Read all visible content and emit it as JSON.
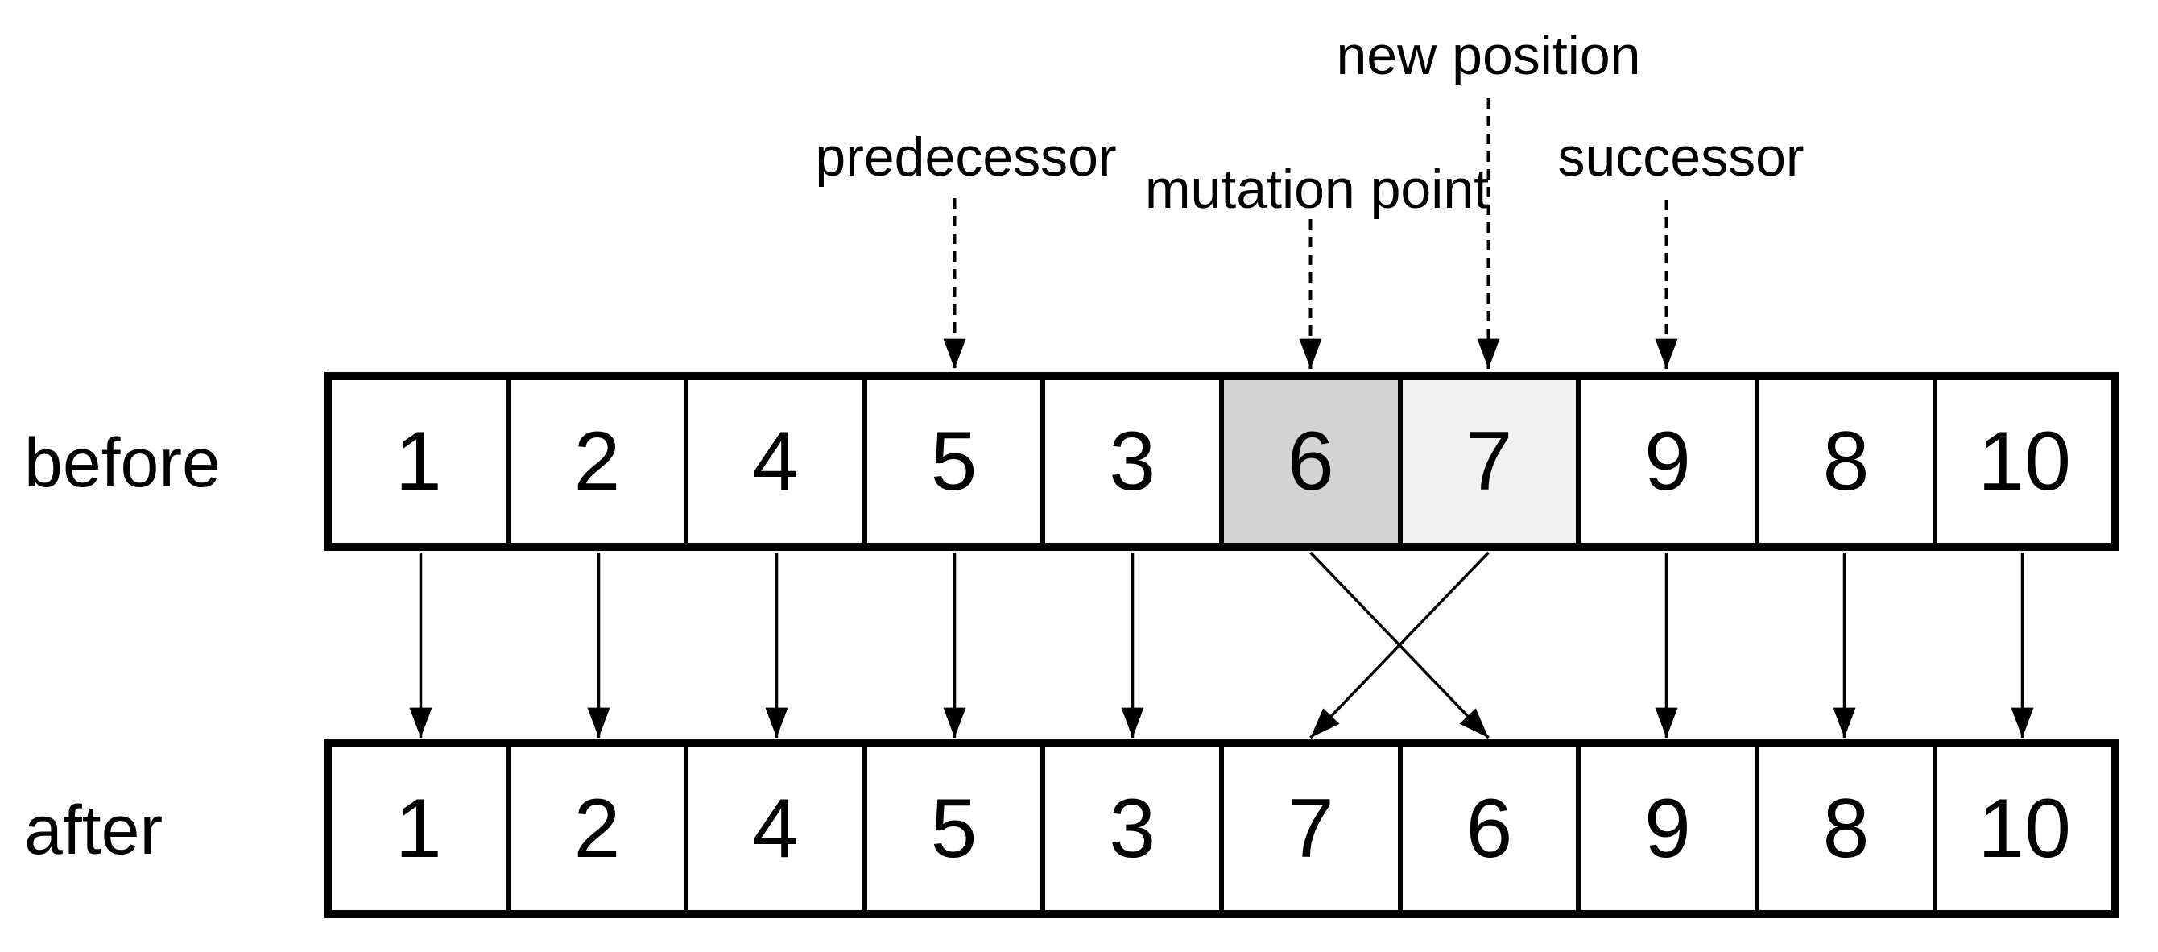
{
  "diagram": {
    "rows": [
      {
        "name": "before",
        "label": "before",
        "cells": [
          {
            "value": "1"
          },
          {
            "value": "2"
          },
          {
            "value": "4"
          },
          {
            "value": "5"
          },
          {
            "value": "3"
          },
          {
            "value": "6",
            "highlight": "mutation_cell"
          },
          {
            "value": "7",
            "highlight": "new_position_cell"
          },
          {
            "value": "9"
          },
          {
            "value": "8"
          },
          {
            "value": "10"
          }
        ]
      },
      {
        "name": "after",
        "label": "after",
        "cells": [
          {
            "value": "1"
          },
          {
            "value": "2"
          },
          {
            "value": "4"
          },
          {
            "value": "5"
          },
          {
            "value": "3"
          },
          {
            "value": "7"
          },
          {
            "value": "6"
          },
          {
            "value": "9"
          },
          {
            "value": "8"
          },
          {
            "value": "10"
          }
        ]
      }
    ],
    "annotations": [
      {
        "label": "predecessor",
        "target_index": 3
      },
      {
        "label": "mutation point",
        "target_index": 5
      },
      {
        "label": "new position",
        "target_index": 6
      },
      {
        "label": "successor",
        "target_index": 7
      }
    ],
    "mappings": [
      {
        "from": 0,
        "to": 0
      },
      {
        "from": 1,
        "to": 1
      },
      {
        "from": 2,
        "to": 2
      },
      {
        "from": 3,
        "to": 3
      },
      {
        "from": 4,
        "to": 4
      },
      {
        "from": 5,
        "to": 6
      },
      {
        "from": 6,
        "to": 5
      },
      {
        "from": 7,
        "to": 7
      },
      {
        "from": 8,
        "to": 8
      },
      {
        "from": 9,
        "to": 9
      }
    ],
    "colors": {
      "mutation_cell": "#d3d3d3",
      "new_position_cell": "#f1f1f1",
      "line": "#000000",
      "background": "#ffffff"
    }
  }
}
